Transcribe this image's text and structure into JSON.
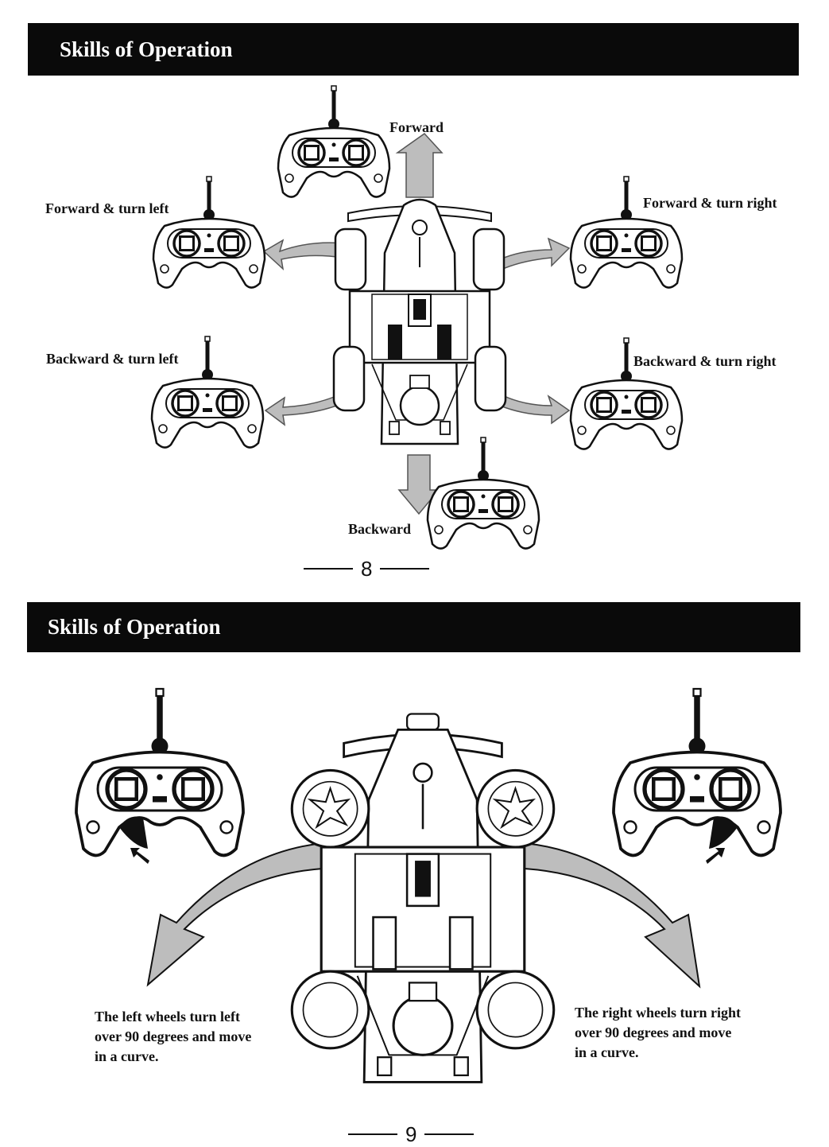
{
  "page1": {
    "title": "Skills of Operation",
    "labels": {
      "forward": "Forward",
      "forward_left": "Forward & turn left",
      "forward_right": "Forward & turn right",
      "backward_left": "Backward & turn left",
      "backward_right": "Backward & turn right",
      "backward": "Backward"
    },
    "page_number": "8"
  },
  "page2": {
    "title": "Skills of Operation",
    "left_caption": "The left wheels turn left\nover 90 degrees and move\nin a curve.",
    "right_caption": "The right wheels turn right\nover 90 degrees and move\nin a curve.",
    "page_number": "9"
  },
  "colors": {
    "banner": "#0a0a0a",
    "arrow_fill": "#bdbdbd",
    "ink": "#111111"
  },
  "icons": [
    "remote-controller-icon",
    "hovercraft-vehicle-icon",
    "direction-arrow-icon"
  ]
}
